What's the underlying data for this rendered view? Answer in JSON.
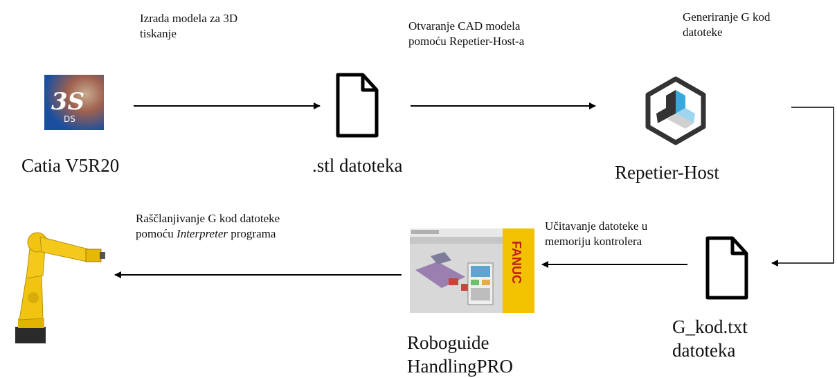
{
  "steps": {
    "catia": {
      "label": "Catia V5R20",
      "icon": "catia-3ds-logo"
    },
    "stl": {
      "label": ".stl datoteka",
      "icon": "document-icon"
    },
    "repetier": {
      "label": "Repetier-Host",
      "icon": "repetier-hexagon-logo"
    },
    "gcode": {
      "label_line1": "G_kod.txt",
      "label_line2": "datoteka",
      "icon": "document-icon"
    },
    "roboguide": {
      "label_line1": "Roboguide",
      "label_line2": "HandlingPRO",
      "icon": "roboguide-screenshot",
      "brand": "FANUC"
    },
    "robot": {
      "icon": "fanuc-robot-arm"
    }
  },
  "edges": {
    "catia_to_stl": {
      "line1": "Izrada modela za 3D",
      "line2": "tiskanje"
    },
    "stl_to_repetier": {
      "line1": "Otvaranje CAD modela",
      "line2": "pomoću Repetier-Host-a"
    },
    "repetier_to_gcode": {
      "line1": "Generiranje G kod",
      "line2": "datoteke"
    },
    "gcode_to_roboguide": {
      "line1": "Učitavanje datoteke u",
      "line2": "memoriju kontrolera"
    },
    "roboguide_to_robot": {
      "line1": "Raščlanjivanje G kod datoteke",
      "line2_prefix": "pomoću ",
      "line2_italic": "Interpreter",
      "line2_suffix": " programa"
    }
  },
  "colors": {
    "line": "#000000",
    "catia_bg": "#1a4fa0",
    "repetier_dark": "#333333",
    "repetier_blue": "#39a9dc",
    "fanuc_yellow": "#f2c200"
  }
}
